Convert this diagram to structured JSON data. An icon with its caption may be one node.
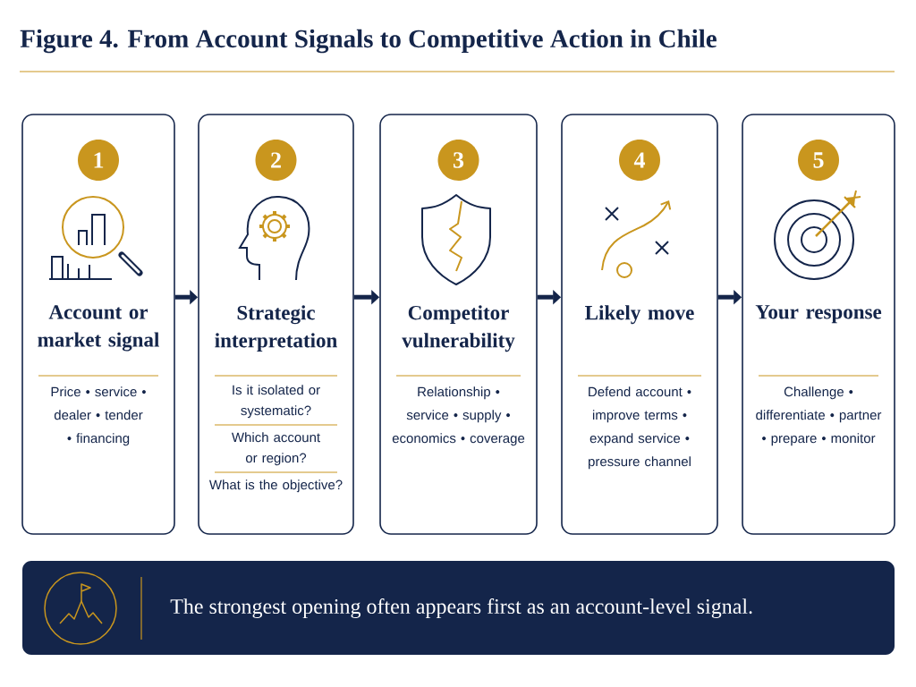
{
  "diagram": {
    "title": "Figure 4. From Account Signals to Competitive Action in Chile",
    "nodes": [
      {
        "text": [
          "1",
          "Account or market signal",
          "Price • service • dealer • tender • financing"
        ]
      },
      {
        "text": [
          "2",
          "Strategic interpretation",
          "Is it isolated or systematic?",
          "Which account or region?",
          "What is the objective?"
        ]
      },
      {
        "text": [
          "3",
          "Competitor vulnerability",
          "Relationship • service • supply • economics • coverage"
        ]
      },
      {
        "text": [
          "4",
          "Likely move",
          "Defend account • improve terms • expand service • pressure channel"
        ]
      },
      {
        "text": [
          "5",
          "Your response",
          "Challenge • differentiate • partner • prepare • monitor"
        ]
      },
      {
        "text": [
          "The strongest opening often appears first as an account-level signal."
        ]
      }
    ],
    "edges": [
      {
        "from": 0,
        "to": 1,
        "arrow": "to"
      },
      {
        "from": 1,
        "to": 2,
        "arrow": "to"
      },
      {
        "from": 2,
        "to": 3,
        "arrow": "to"
      },
      {
        "from": 3,
        "to": 4,
        "arrow": "to"
      }
    ]
  }
}
